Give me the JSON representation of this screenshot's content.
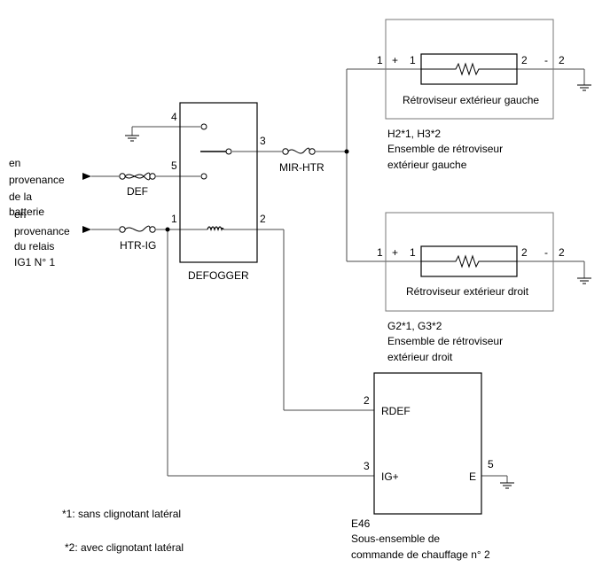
{
  "sources": {
    "battery": [
      "en",
      "provenance",
      "de la",
      "batterie"
    ],
    "relay": [
      "en",
      "provenance",
      "du relais",
      "IG1 N° 1"
    ]
  },
  "fuses": {
    "def": "DEF",
    "htr_ig": "HTR-IG",
    "mir_htr": "MIR-HTR"
  },
  "defogger": {
    "label": "DEFOGGER",
    "pins": {
      "p4": "4",
      "p5": "5",
      "p3": "3",
      "p1": "1",
      "p2": "2"
    }
  },
  "mirror_left": {
    "label": "Rétroviseur extérieur gauche",
    "pin_in": "1",
    "plus": "+",
    "pin_in_inner": "1",
    "pin_out_inner": "2",
    "minus": "-",
    "pin_out": "2",
    "caption": [
      "H2*1, H3*2",
      "Ensemble de rétroviseur",
      "extérieur gauche"
    ]
  },
  "mirror_right": {
    "label": "Rétroviseur extérieur droit",
    "pin_in": "1",
    "plus": "+",
    "pin_in_inner": "1",
    "pin_out_inner": "2",
    "minus": "-",
    "pin_out": "2",
    "caption": [
      "G2*1, G3*2",
      "Ensemble de rétroviseur",
      "extérieur droit"
    ]
  },
  "controller": {
    "pin2": "2",
    "rdef": "RDEF",
    "pin3": "3",
    "ig": "IG+",
    "e": "E",
    "pin5": "5",
    "caption": [
      "E46",
      "Sous-ensemble de",
      "commande de chauffage n° 2"
    ]
  },
  "notes": [
    "*1: sans clignotant latéral",
    "*2: avec clignotant latéral"
  ]
}
